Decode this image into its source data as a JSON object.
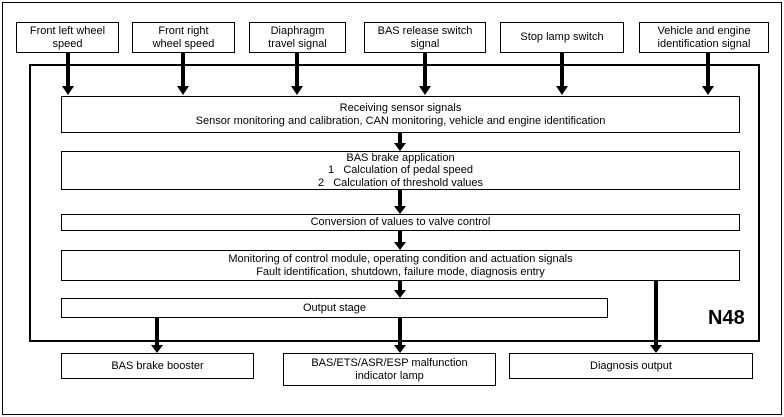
{
  "inputs": [
    {
      "lines": [
        "Front left wheel",
        "speed"
      ]
    },
    {
      "lines": [
        "Front right",
        "wheel speed"
      ]
    },
    {
      "lines": [
        "Diaphragm",
        "travel signal"
      ]
    },
    {
      "lines": [
        "BAS release switch",
        "signal"
      ]
    },
    {
      "lines": [
        "Stop lamp switch"
      ]
    },
    {
      "lines": [
        "Vehicle and engine",
        "identification signal"
      ]
    }
  ],
  "stages": {
    "receiving": [
      "Receiving sensor signals",
      "Sensor monitoring and calibration, CAN monitoring, vehicle and engine identification"
    ],
    "application": [
      "BAS brake application",
      "1   Calculation of pedal speed",
      "2   Calculation of threshold values"
    ],
    "conversion": [
      "Conversion of values to valve control"
    ],
    "monitoring": [
      "Monitoring of control module, operating condition and actuation signals",
      "Fault identification, shutdown, failure mode, diagnosis entry"
    ],
    "output_stage": [
      "Output stage"
    ]
  },
  "ecu_label": "N48",
  "outputs": [
    {
      "lines": [
        "BAS brake booster"
      ]
    },
    {
      "lines": [
        "BAS/ETS/ASR/ESP malfunction",
        "indicator lamp"
      ]
    },
    {
      "lines": [
        "Diagnosis output"
      ]
    }
  ]
}
